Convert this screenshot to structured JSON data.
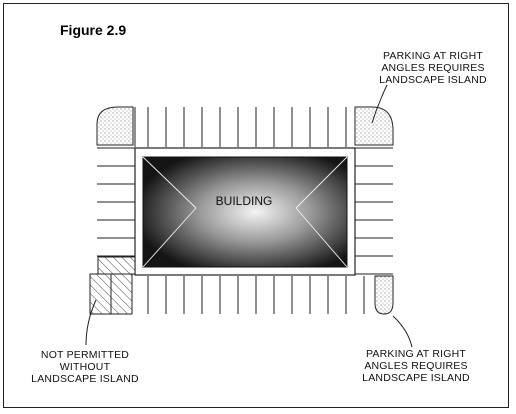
{
  "figure": {
    "title": "Figure 2.9"
  },
  "building": {
    "label": "BUILDING"
  },
  "annotations": {
    "top_right": [
      "PARKING AT RIGHT",
      "ANGLES REQUIRES",
      "LANDSCAPE ISLAND"
    ],
    "bottom_right": [
      "PARKING AT RIGHT",
      "ANGLES REQUIRES",
      "LANDSCAPE ISLAND"
    ],
    "bottom_left": [
      "NOT PERMITTED",
      "WITHOUT",
      "LANDSCAPE ISLAND"
    ]
  },
  "colors": {
    "line": "#222222",
    "stipple": "#777777",
    "building_dark": "#1a1a1a",
    "building_light": "#f2f2f2"
  }
}
